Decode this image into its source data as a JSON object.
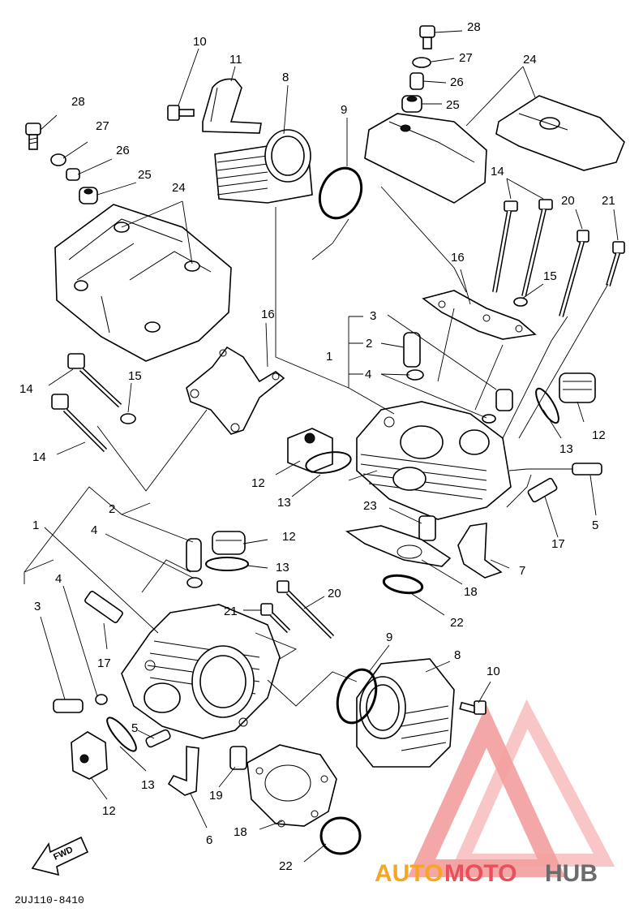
{
  "diagram": {
    "drawing_code": "2UJ110-8410",
    "fwd_label": "FWD",
    "watermark": {
      "part1": "AUTO",
      "part2": "MOTO",
      "part3": "HUB",
      "color_primary": "#f5a623",
      "color_secondary": "#e8505b",
      "color_tertiary": "#6b6b6b"
    },
    "callouts": {
      "c28a": "28",
      "c27a": "27",
      "c26a": "26",
      "c25a": "25",
      "c24a": "24",
      "c10a": "10",
      "c11": "11",
      "c8a": "8",
      "c9a": "9",
      "c28b": "28",
      "c27b": "27",
      "c26b": "26",
      "c25b": "25",
      "c24b": "24",
      "c14a": "14",
      "c20a": "20",
      "c21a": "21",
      "c16a": "16",
      "c15a": "15",
      "c3a": "3",
      "c2a": "2",
      "c1a": "1",
      "c4a": "4",
      "c16b": "16",
      "c14b": "14",
      "c15b": "15",
      "c14c": "14",
      "c12a": "12",
      "c13a": "13",
      "c12b": "12",
      "c13b": "13",
      "c5a": "5",
      "c17a": "17",
      "c23": "23",
      "c18a": "18",
      "c7": "7",
      "c22a": "22",
      "c2b": "2",
      "c4b": "4",
      "c1b": "1",
      "c12c": "12",
      "c13c": "13",
      "c4c": "4",
      "c3b": "3",
      "c20b": "20",
      "c21b": "21",
      "c17b": "17",
      "c9b": "9",
      "c8b": "8",
      "c10b": "10",
      "c5b": "5",
      "c13d": "13",
      "c12d": "12",
      "c19": "19",
      "c6": "6",
      "c18b": "18",
      "c22b": "22"
    }
  }
}
